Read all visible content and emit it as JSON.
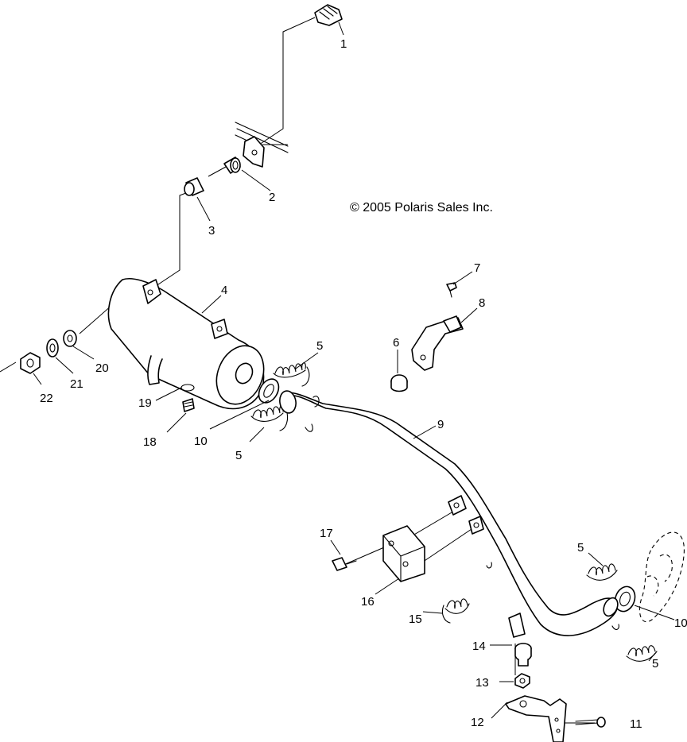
{
  "copyright": "© 2005 Polaris Sales Inc.",
  "callouts": [
    {
      "id": "c1",
      "label": "1"
    },
    {
      "id": "c2",
      "label": "2"
    },
    {
      "id": "c3",
      "label": "3"
    },
    {
      "id": "c4",
      "label": "4"
    },
    {
      "id": "c5a",
      "label": "5"
    },
    {
      "id": "c5b",
      "label": "5"
    },
    {
      "id": "c5c",
      "label": "5"
    },
    {
      "id": "c5d",
      "label": "5"
    },
    {
      "id": "c6",
      "label": "6"
    },
    {
      "id": "c7",
      "label": "7"
    },
    {
      "id": "c8",
      "label": "8"
    },
    {
      "id": "c9",
      "label": "9"
    },
    {
      "id": "c10a",
      "label": "10"
    },
    {
      "id": "c10b",
      "label": "10"
    },
    {
      "id": "c11",
      "label": "11"
    },
    {
      "id": "c12",
      "label": "12"
    },
    {
      "id": "c13",
      "label": "13"
    },
    {
      "id": "c14",
      "label": "14"
    },
    {
      "id": "c15",
      "label": "15"
    },
    {
      "id": "c16",
      "label": "16"
    },
    {
      "id": "c17",
      "label": "17"
    },
    {
      "id": "c18",
      "label": "18"
    },
    {
      "id": "c19",
      "label": "19"
    },
    {
      "id": "c20",
      "label": "20"
    },
    {
      "id": "c21",
      "label": "21"
    },
    {
      "id": "c22",
      "label": "22"
    }
  ]
}
